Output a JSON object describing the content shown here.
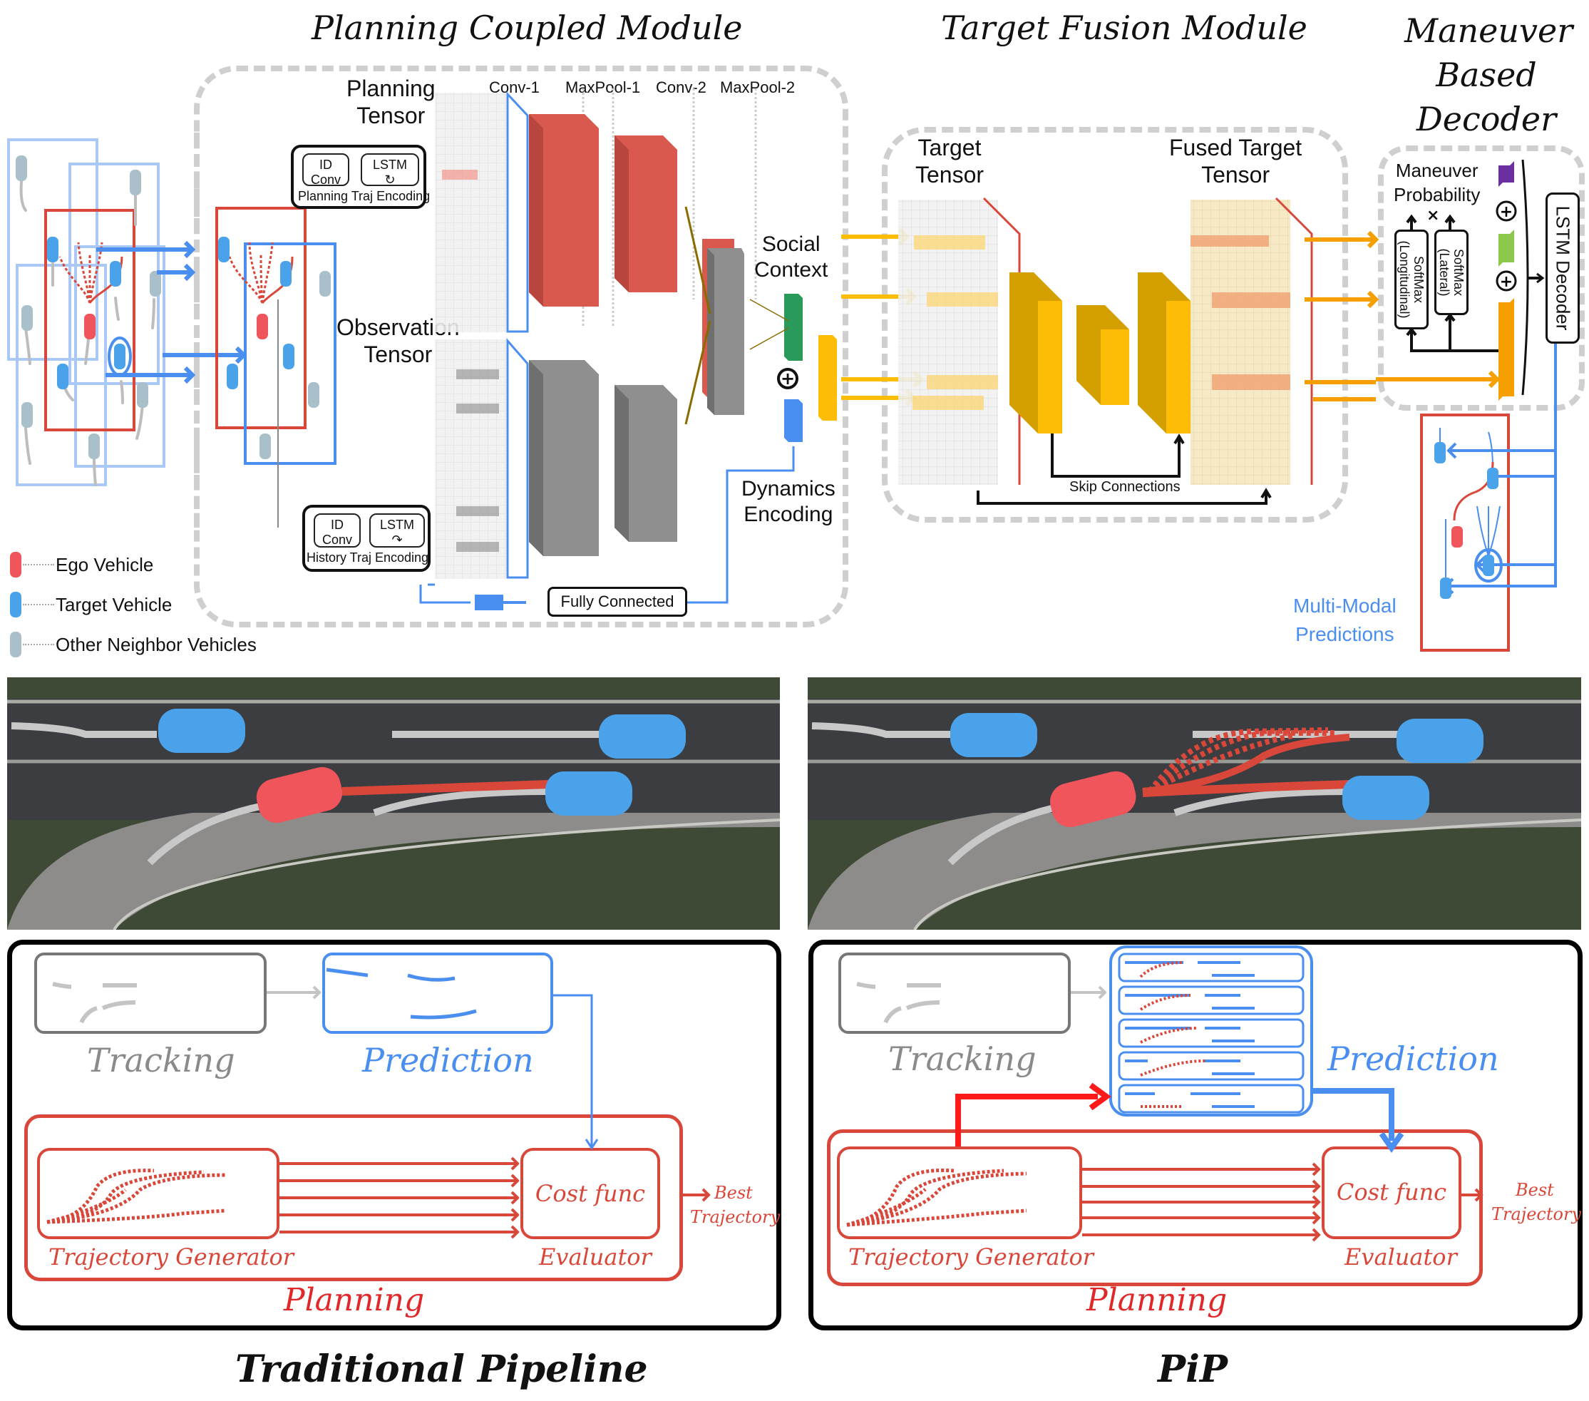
{
  "sections": {
    "planning_coupled": "Planning Coupled Module",
    "target_fusion": "Target Fusion Module",
    "maneuver_decoder": [
      "Maneuver",
      "Based",
      "Decoder"
    ]
  },
  "planning_module": {
    "planning_tensor": [
      "Planning",
      "Tensor"
    ],
    "observation_tensor": [
      "Observation",
      "Tensor"
    ],
    "layers": [
      "Conv-1",
      "MaxPool-1",
      "Conv-2",
      "MaxPool-2"
    ],
    "planning_encoder": {
      "conv_line1": "ID",
      "conv_line2": "Conv",
      "lstm": "LSTM",
      "caption": "Planning Traj Encoding"
    },
    "history_encoder": {
      "conv_line1": "ID",
      "conv_line2": "Conv",
      "lstm": "LSTM",
      "caption": "History Traj Encoding"
    },
    "fully_connected": "Fully Connected",
    "social_context": [
      "Social",
      "Context"
    ],
    "dynamics_encoding": [
      "Dynamics",
      "Encoding"
    ],
    "concat_symbol": "+"
  },
  "fusion_module": {
    "target_tensor": [
      "Target",
      "Tensor"
    ],
    "fused_tensor": [
      "Fused Target",
      "Tensor"
    ],
    "skip_connections": "Skip Connections"
  },
  "decoder": {
    "maneuver_probability": [
      "Maneuver",
      "Probability"
    ],
    "times_symbol": "×",
    "softmax_longitudinal": [
      "SoftMax",
      "(Longitudinal)"
    ],
    "softmax_lateral": [
      "SoftMax",
      "(Lateral)"
    ],
    "lstm_decoder": "LSTM Decoder",
    "plus_symbol": "+",
    "multimodal": [
      "Multi-Modal",
      "Predictions"
    ]
  },
  "legend": [
    {
      "label": "Ego Vehicle",
      "color": "#f0555c"
    },
    {
      "label": "Target Vehicle",
      "color": "#4aa3ea"
    },
    {
      "label": "Other Neighbor Vehicles",
      "color": "#a9bfca"
    }
  ],
  "pipelines": [
    {
      "caption": "Traditional Pipeline",
      "tracking": "Tracking",
      "prediction": "Prediction",
      "trajectory_generator": "Trajectory Generator",
      "cost_func": "Cost func",
      "evaluator": "Evaluator",
      "best": [
        "Best",
        "Trajectory"
      ],
      "planning": "Planning"
    },
    {
      "caption": "PiP",
      "tracking": "Tracking",
      "prediction": "Prediction",
      "trajectory_generator": "Trajectory Generator",
      "cost_func": "Cost func",
      "evaluator": "Evaluator",
      "best": [
        "Best",
        "Trajectory"
      ],
      "planning": "Planning"
    }
  ],
  "colors": {
    "ego_red": "#d9473a",
    "target_blue": "#4a8ef0",
    "neighbor_blue_light": "#a9c8f5",
    "yellow": "#fdbc05",
    "gray_dash": "#cfcfcf",
    "green": "#2a9a5a",
    "purple": "#6b2fa0",
    "lime": "#8cc84b",
    "tracking_gray": "#8a8a8a"
  }
}
